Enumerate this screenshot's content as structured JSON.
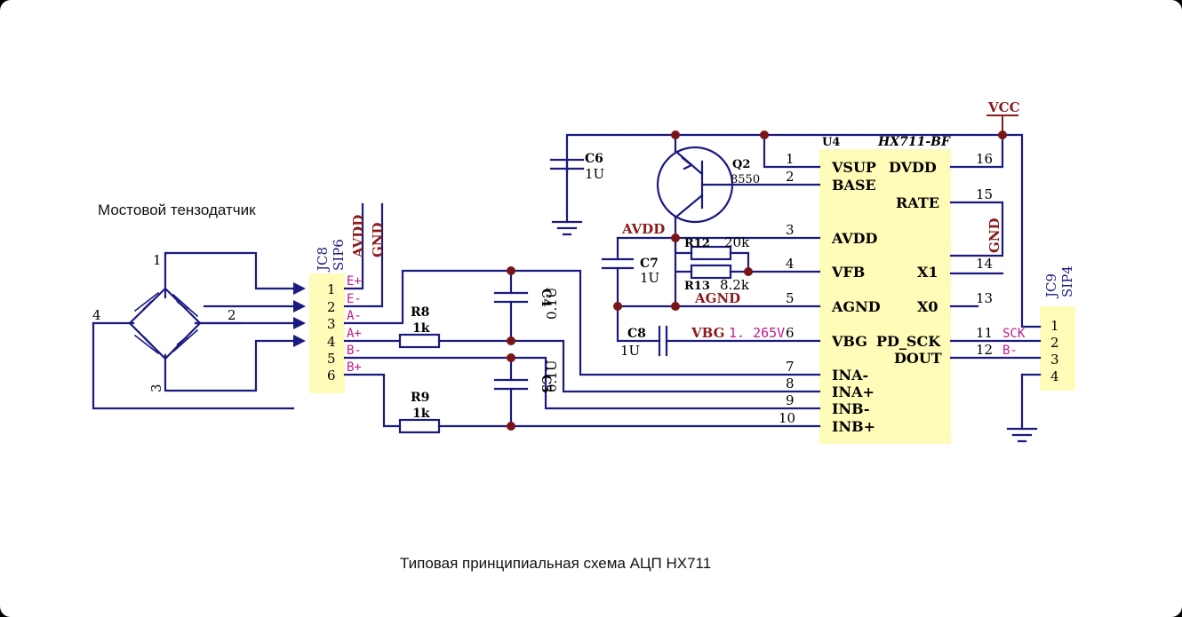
{
  "sensor_label": "Мостовой тензодатчик",
  "caption": "Типовая принципиальная схема АЦП HX711",
  "bridge_pins": [
    "1",
    "2",
    "3",
    "4"
  ],
  "jc8": {
    "ref": "JC8",
    "type": "SIP6",
    "pins": [
      "1",
      "2",
      "3",
      "4",
      "5",
      "6"
    ],
    "signals": [
      "E+",
      "E-",
      "A-",
      "A+",
      "B-",
      "B+"
    ],
    "top_labels": [
      "AVDD",
      "GND"
    ]
  },
  "jc9": {
    "ref": "JC9",
    "type": "SIP4",
    "pins": [
      "1",
      "2",
      "3",
      "4"
    ],
    "signals": [
      "SCK",
      "B-"
    ]
  },
  "u4": {
    "ref": "U4",
    "part": "HX711-BF",
    "left_pins": [
      {
        "num": "1",
        "name": "VSUP"
      },
      {
        "num": "2",
        "name": "BASE"
      },
      {
        "num": "3",
        "name": "AVDD"
      },
      {
        "num": "4",
        "name": "VFB"
      },
      {
        "num": "5",
        "name": "AGND"
      },
      {
        "num": "6",
        "name": "VBG"
      },
      {
        "num": "7",
        "name": "INA-"
      },
      {
        "num": "8",
        "name": "INA+"
      },
      {
        "num": "9",
        "name": "INB-"
      },
      {
        "num": "10",
        "name": "INB+"
      }
    ],
    "right_pins": [
      {
        "num": "16",
        "name": "DVDD"
      },
      {
        "num": "15",
        "name": "RATE"
      },
      {
        "num": "14",
        "name": "X1"
      },
      {
        "num": "13",
        "name": "X0"
      },
      {
        "num": "11",
        "name": "PD_SCK"
      },
      {
        "num": "12",
        "name": "DOUT"
      }
    ]
  },
  "components": {
    "c6": {
      "ref": "C6",
      "value": "1U"
    },
    "c7": {
      "ref": "C7",
      "value": "1U"
    },
    "c8": {
      "ref": "C8",
      "value": "1U"
    },
    "c4": {
      "ref": "C4",
      "value": "0.1U"
    },
    "c5": {
      "ref": "C5",
      "value": "0.1U"
    },
    "r8": {
      "ref": "R8",
      "value": "1k"
    },
    "r9": {
      "ref": "R9",
      "value": "1k"
    },
    "r12": {
      "ref": "R12",
      "value": "20k"
    },
    "r13": {
      "ref": "R13",
      "value": "8.2k"
    },
    "q2": {
      "ref": "Q2",
      "value": "8550"
    }
  },
  "nets": {
    "vcc": "VCC",
    "avdd": "AVDD",
    "agnd": "AGND",
    "gnd": "GND",
    "vbg": "VBG",
    "vbg_value": "1. 265V"
  },
  "colors": {
    "wire": "#1a1a80",
    "net_label": "#8b1a1a",
    "signal": "#c21a8a",
    "chip_fill": "#fffbb8",
    "junction": "#7a1515"
  }
}
